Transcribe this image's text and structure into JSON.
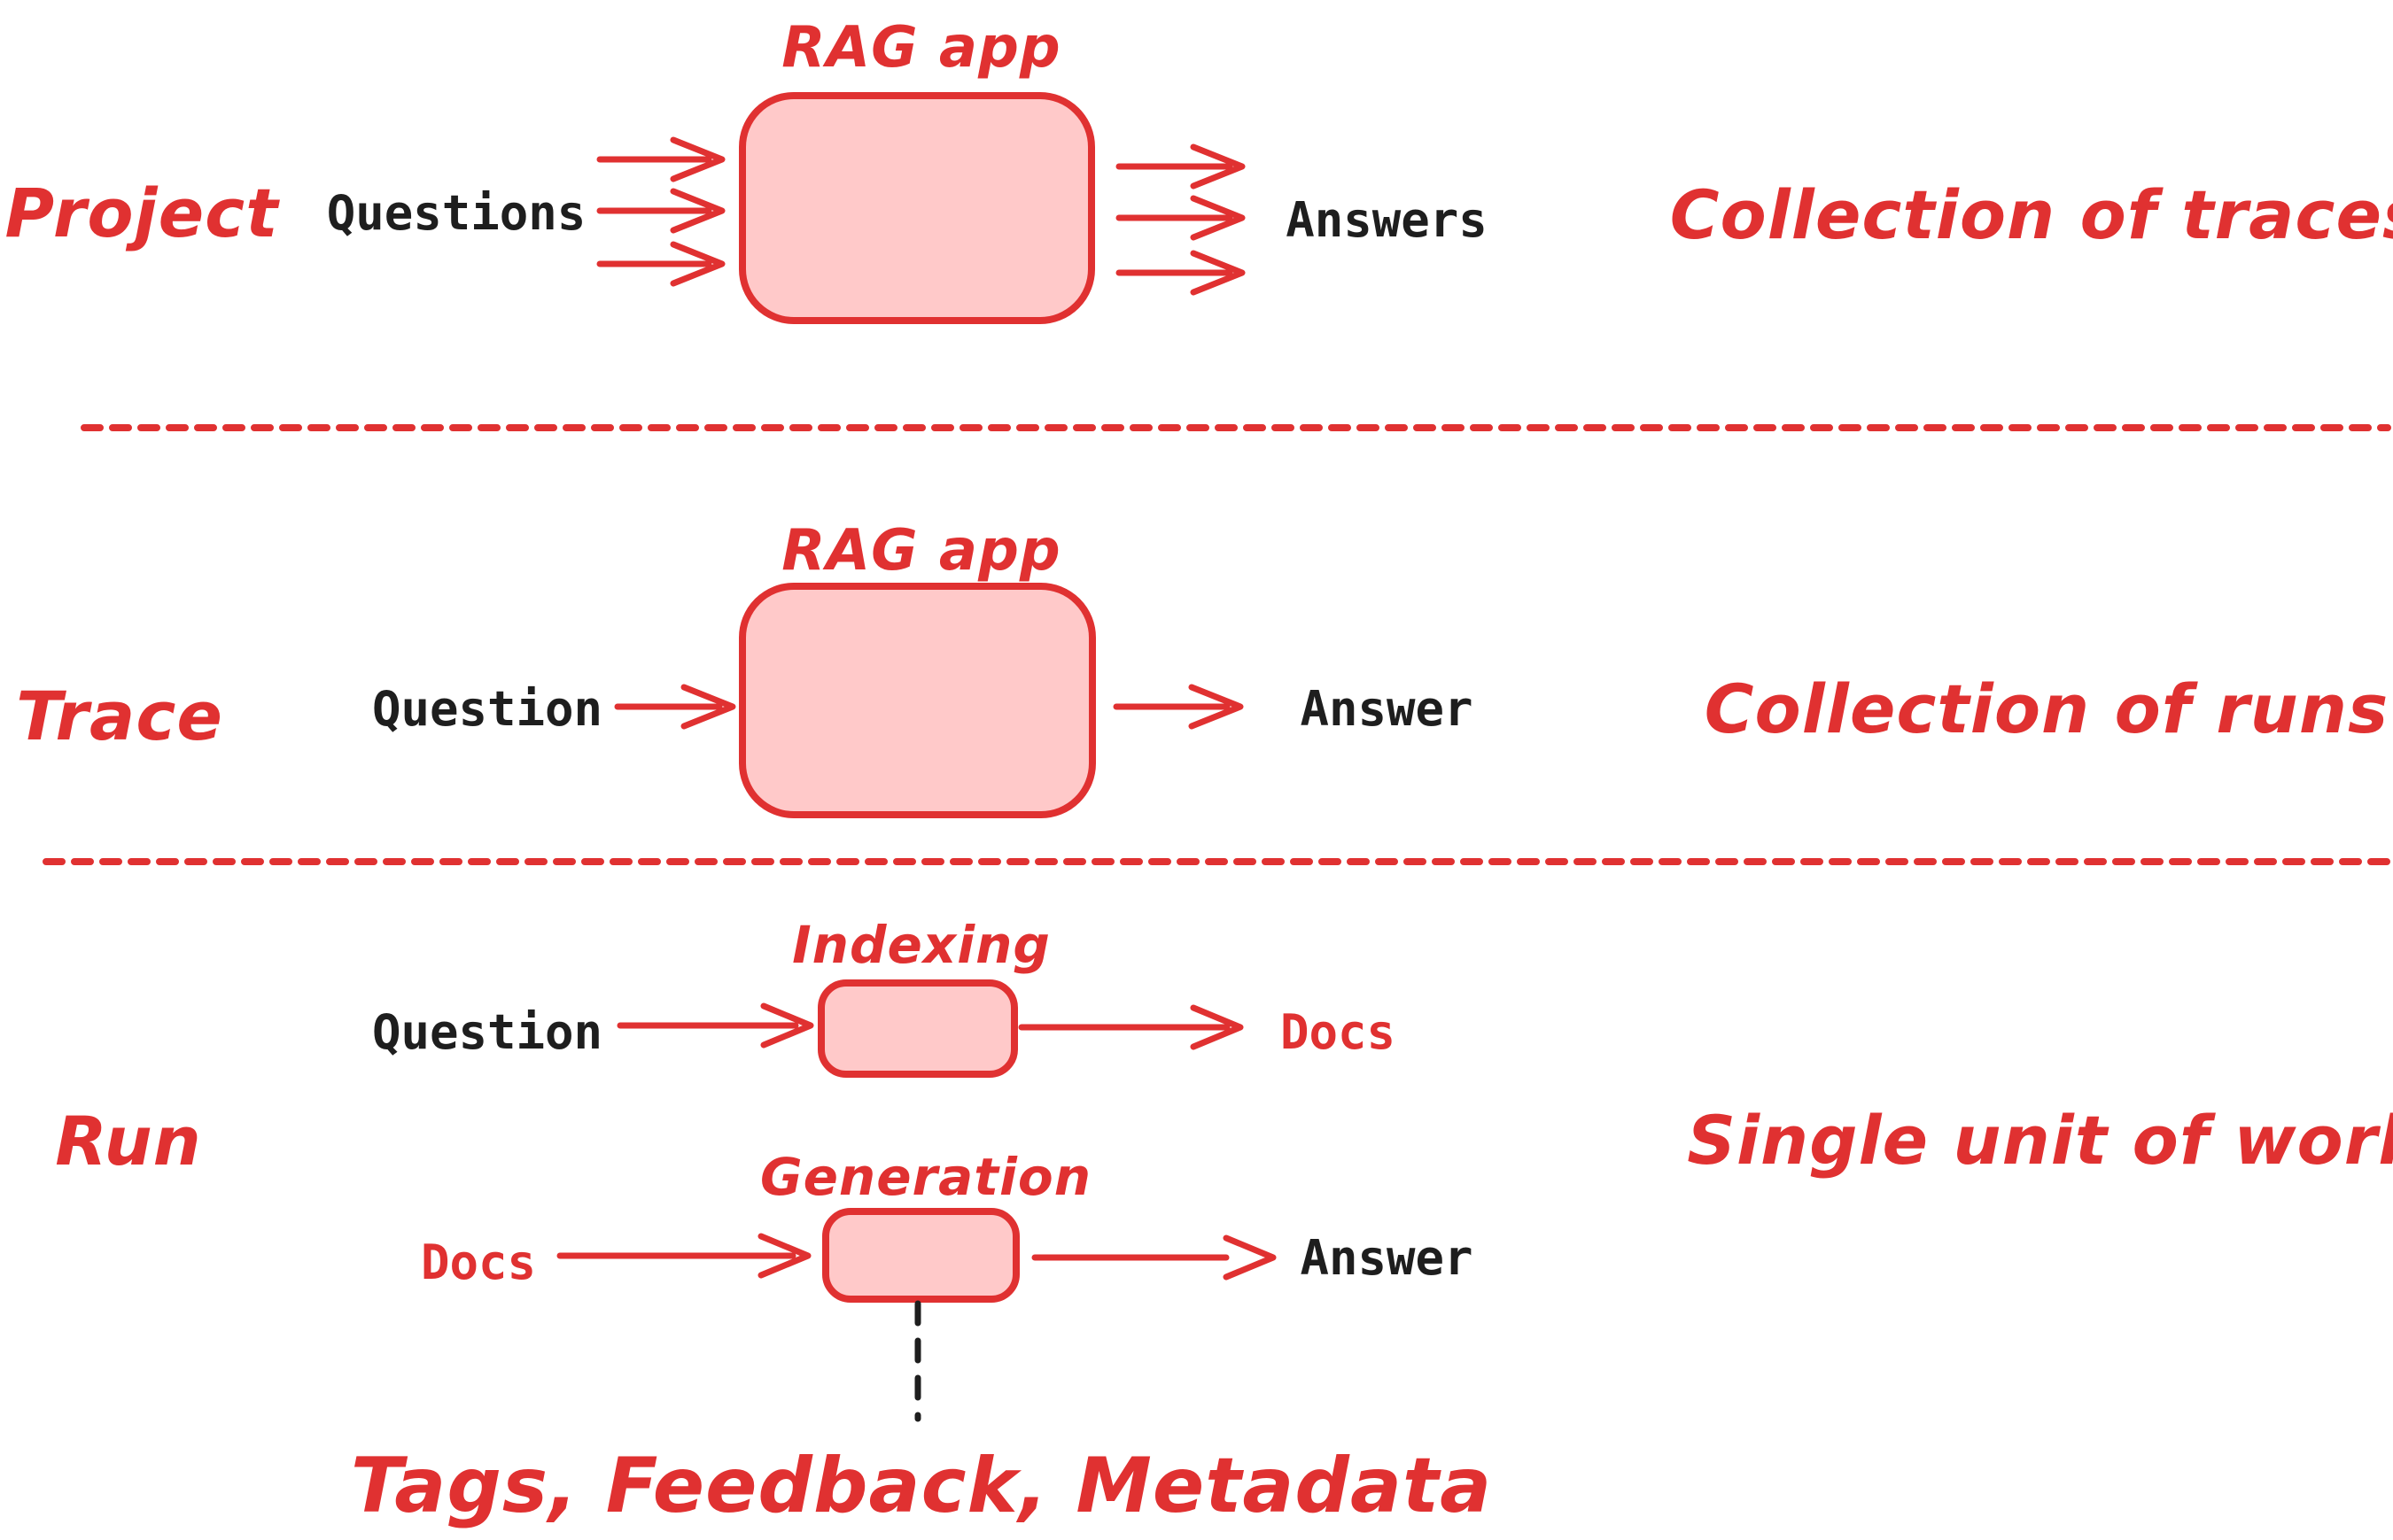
{
  "colors": {
    "accent_red": "#e03131",
    "box_fill": "#ffc9c9",
    "text_black": "#1e1e1e",
    "background": "#ffffff"
  },
  "sections": [
    {
      "id": "project",
      "label": "Project",
      "input_label": "Questions",
      "box_label": "RAG app",
      "output_label": "Answers",
      "caption": "Collection of traces"
    },
    {
      "id": "trace",
      "label": "Trace",
      "input_label": "Question",
      "box_label": "RAG app",
      "output_label": "Answer",
      "caption": "Collection of runs"
    },
    {
      "id": "run",
      "label": "Run",
      "caption": "Single unit of work",
      "annotation": "Tags, Feedback, Metadata",
      "flows": [
        {
          "input_label": "Question",
          "box_label": "Indexing",
          "output_label": "Docs"
        },
        {
          "input_label": "Docs",
          "box_label": "Generation",
          "output_label": "Answer"
        }
      ]
    }
  ]
}
